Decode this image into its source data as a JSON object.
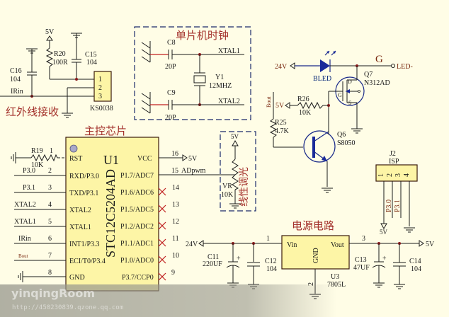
{
  "sections": {
    "ir": "红外线接收",
    "clock": "单片机时钟",
    "mcu": "主控芯片",
    "dim": "线性调光",
    "power": "电源电路"
  },
  "ir_receiver": {
    "supply": "5V",
    "r20": {
      "ref": "R20",
      "value": "100R"
    },
    "c15": {
      "ref": "C15",
      "value": "104"
    },
    "c16": {
      "ref": "C16",
      "value": "104"
    },
    "net": "IRin",
    "module": "KS0038",
    "pins": [
      "1",
      "2",
      "3"
    ]
  },
  "clock": {
    "c8": {
      "ref": "C8",
      "value": "20P"
    },
    "c9": {
      "ref": "C9",
      "value": "20P"
    },
    "y1": {
      "ref": "Y1",
      "value": "12MHZ"
    },
    "net1": "XTAL1",
    "net2": "XTAL2"
  },
  "mcu": {
    "ref": "U1",
    "part": "STC12C5204AD",
    "r19": {
      "ref": "R19",
      "value": "10K"
    },
    "left_pins": [
      {
        "num": "1",
        "name": "RST",
        "net": ""
      },
      {
        "num": "2",
        "name": "RXD/P3.0",
        "net": "P3.0"
      },
      {
        "num": "3",
        "name": "TXD/P3.1",
        "net": "P3.1"
      },
      {
        "num": "4",
        "name": "XTAL2",
        "net": "XTAL2"
      },
      {
        "num": "5",
        "name": "XTAL1",
        "net": "XTAL1"
      },
      {
        "num": "6",
        "name": "INT1/P3.3",
        "net": "IRin"
      },
      {
        "num": "7",
        "name": "ECI/T0/P3.4",
        "net": "Bout"
      },
      {
        "num": "8",
        "name": "GND",
        "net": ""
      }
    ],
    "right_pins": [
      {
        "num": "16",
        "name": "VCC",
        "net": "5V"
      },
      {
        "num": "15",
        "name": "P1.7/ADC7",
        "net": "ADpwm"
      },
      {
        "num": "14",
        "name": "P1.6/ADC6",
        "net": ""
      },
      {
        "num": "13",
        "name": "P1.5/ADC5",
        "net": ""
      },
      {
        "num": "12",
        "name": "P1.2/ADC2",
        "net": ""
      },
      {
        "num": "11",
        "name": "P1.1/ADC1",
        "net": ""
      },
      {
        "num": "10",
        "name": "P1.0/ADC0",
        "net": ""
      },
      {
        "num": "9",
        "name": "P3.7/CCP0",
        "net": ""
      }
    ]
  },
  "dimmer": {
    "supply": "5V",
    "ref": "VR",
    "value": "10K"
  },
  "driver": {
    "supply24": "24V",
    "led": "BLED",
    "gate_label": "G",
    "out": "LED-",
    "q7": {
      "ref": "Q7",
      "part": "N312AD",
      "d": "D",
      "g": "G",
      "s": "S"
    },
    "r26": {
      "ref": "R26",
      "value": "10K"
    },
    "supply5": "5V",
    "bout": "Bout",
    "r25": {
      "ref": "R25",
      "value": "4.7K"
    },
    "q6": {
      "ref": "Q6",
      "part": "S8050"
    }
  },
  "isp": {
    "ref": "J2",
    "name": "ISP",
    "pins": [
      "1",
      "2",
      "3",
      "4"
    ],
    "nets": [
      "P3.0",
      "P3.1"
    ],
    "supply": "5V"
  },
  "power": {
    "vin": "24V",
    "vout": "5V",
    "c11": {
      "ref": "C11",
      "value": "220UF"
    },
    "c12": {
      "ref": "C12",
      "value": "104"
    },
    "c13": {
      "ref": "C13",
      "value": "47UF"
    },
    "c14": {
      "ref": "C14",
      "value": "104"
    },
    "u3": {
      "ref": "U3",
      "part": "7805L",
      "vin": "Vin",
      "vout": "Vout",
      "gnd": "GND"
    },
    "pin1": "1",
    "pin2": "2",
    "pin3": "3",
    "plus": "+"
  },
  "watermark": {
    "name": "yinqingRoom",
    "url": "http://450230839.qzone.qq.com"
  }
}
